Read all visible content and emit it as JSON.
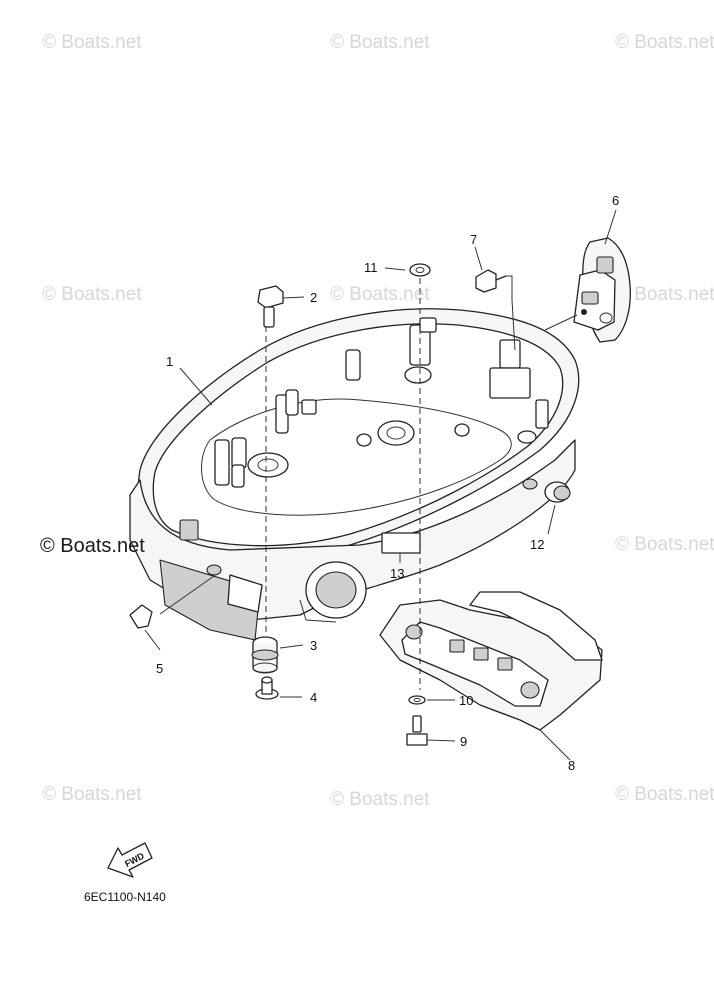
{
  "watermark": {
    "text": "© Boats.net",
    "prominent_text": "© Boats.net"
  },
  "diagram_code": "6EC1100-N140",
  "fwd_arrow_label": "FWD",
  "callouts": [
    "1",
    "2",
    "3",
    "4",
    "5",
    "6",
    "7",
    "8",
    "9",
    "10",
    "11",
    "12",
    "13"
  ],
  "colors": {
    "line": "#222222",
    "watermark": "#d6d6d6",
    "background": "#ffffff"
  }
}
